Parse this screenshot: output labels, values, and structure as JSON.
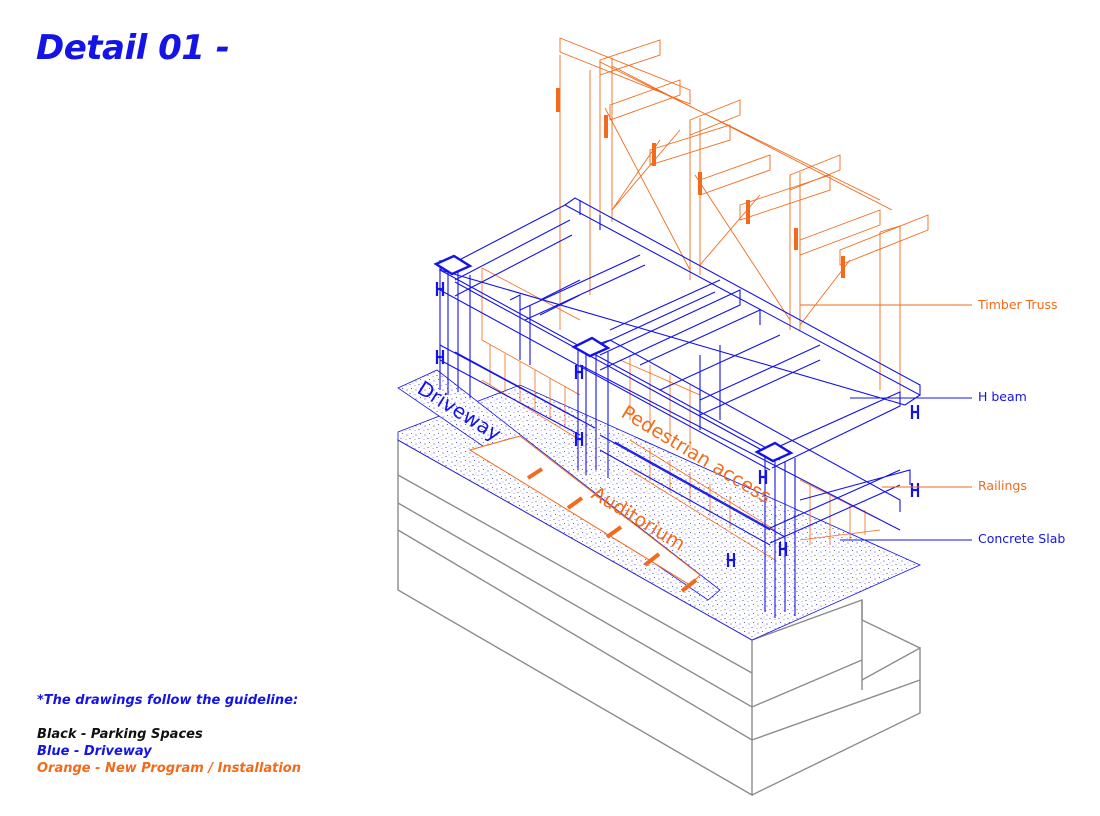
{
  "title": "Detail 01 -",
  "colors": {
    "blue": "#1414e6",
    "orange": "#f26a1b",
    "grey": "#8c8c8c",
    "black": "#111111"
  },
  "drawing_labels": {
    "driveway": "Driveway",
    "pedestrian_access": "Pedestrian access",
    "auditorium": "Auditorium"
  },
  "callouts": {
    "timber_truss": "Timber Truss",
    "h_beam": "H beam",
    "railings": "Railings",
    "concrete_slab": "Concrete Slab"
  },
  "legend": {
    "heading": "*The drawings follow the guideline:",
    "black": "Black - Parking Spaces",
    "blue": "Blue - Driveway",
    "orange": "Orange - New Program / Installation"
  }
}
